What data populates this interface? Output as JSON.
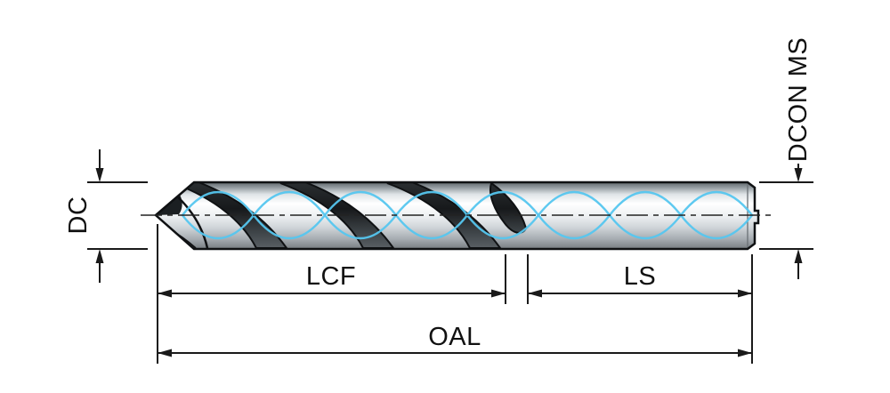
{
  "diagram": {
    "labels": {
      "dc": "DC",
      "lcf": "LCF",
      "ls": "LS",
      "oal": "OAL",
      "dcon_ms": "DCON MS"
    },
    "colors": {
      "coolant": "#55c6ef",
      "line": "#1a1a1a",
      "metal_light": "#ffffff",
      "metal_dark": "#777d82",
      "background": "#ffffff"
    }
  }
}
